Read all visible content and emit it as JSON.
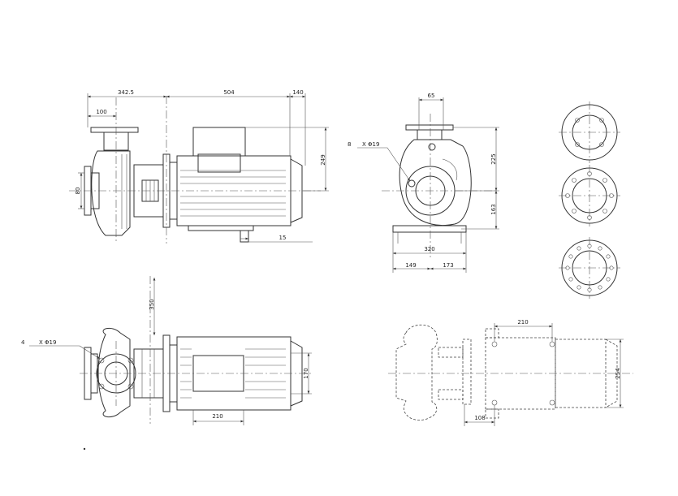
{
  "dimensions": {
    "d342_5": "342.5",
    "d504": "504",
    "d140": "140",
    "d100": "100",
    "d80": "80",
    "d249": "249",
    "d15": "15",
    "d65": "65",
    "d225": "225",
    "d163": "163",
    "d320": "320",
    "d149": "149",
    "d173": "173",
    "d350": "350",
    "d170": "170",
    "d210_top": "210",
    "d210_base": "210",
    "d254": "254",
    "d108": "108"
  },
  "callouts": {
    "holes_side_count": "8",
    "holes_side_spec": "X Φ19",
    "holes_top_count": "4",
    "holes_top_spec": "X Φ19"
  }
}
